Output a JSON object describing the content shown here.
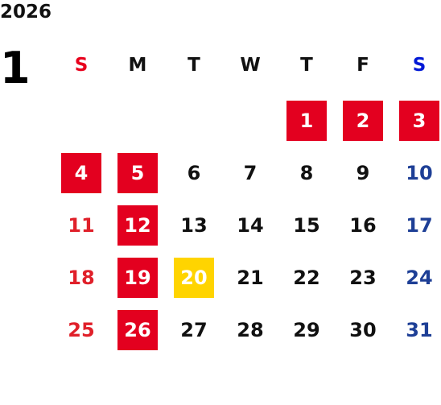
{
  "calendar": {
    "year": "2026",
    "month": "1",
    "weekdays": [
      "S",
      "M",
      "T",
      "W",
      "T",
      "F",
      "S"
    ],
    "weekday_colors": [
      "#e8001c",
      "#111111",
      "#111111",
      "#111111",
      "#111111",
      "#111111",
      "#0019d6"
    ],
    "first_weekday_index": 4,
    "today": 20,
    "holidays": [
      1,
      2,
      3,
      4,
      5,
      12,
      19,
      26
    ],
    "days": [
      "1",
      "2",
      "3",
      "4",
      "5",
      "6",
      "7",
      "8",
      "9",
      "10",
      "11",
      "12",
      "13",
      "14",
      "15",
      "16",
      "17",
      "18",
      "19",
      "20",
      "21",
      "22",
      "23",
      "24",
      "25",
      "26",
      "27",
      "28",
      "29",
      "30",
      "31"
    ],
    "colors": {
      "holiday_bg": "#e3001f",
      "today_bg": "#ffd400",
      "sunday_text": "#e0202a",
      "saturday_text": "#1e3f96"
    }
  }
}
